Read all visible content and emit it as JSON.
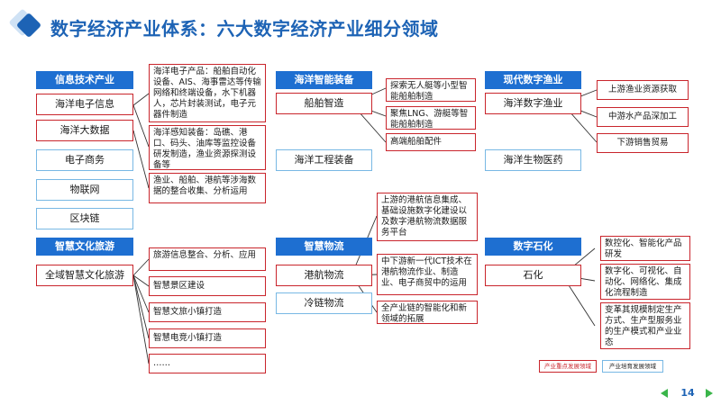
{
  "title": "数字经济产业体系：六大数字经济产业细分领域",
  "it": {
    "header": "信息技术产业",
    "items": [
      "海洋电子信息",
      "海洋大数据",
      "电子商务",
      "物联网",
      "区块链"
    ],
    "details": [
      "海洋电子产品：船舶自动化设备、AIS、海事雷达等传输网络和终端设备，水下机器人，芯片封装测试，电子元器件制造",
      "海洋感知装备：岛礁、港口、码头、油库等监控设备研发制造，渔业资源探测设备等",
      "渔业、船舶、港航等涉海数据的整合收集、分析运用"
    ]
  },
  "marine": {
    "header": "海洋智能装备",
    "items": [
      "船舶智造",
      "海洋工程装备"
    ],
    "details": [
      "探索无人艇等小型智能船舶制造",
      "聚焦LNG、游艇等智能船舶制造",
      "高端船舶配件"
    ]
  },
  "fishery": {
    "header": "现代数字渔业",
    "items": [
      "海洋数字渔业",
      "海洋生物医药"
    ],
    "details": [
      "上游渔业资源获取",
      "中游水产品深加工",
      "下游销售贸易"
    ]
  },
  "tourism": {
    "header": "智慧文化旅游",
    "items": [
      "全域智慧文化旅游"
    ],
    "details": [
      "旅游信息整合、分析、应用",
      "智慧景区建设",
      "智慧文旅小镇打造",
      "智慧电竞小镇打造",
      "……"
    ]
  },
  "logistics": {
    "header": "智慧物流",
    "items": [
      "港航物流",
      "冷链物流"
    ],
    "details": [
      "上游的港航信息集成、基础设施数字化建设以及数字港航物流数据服务平台",
      "中下游新一代ICT技术在港航物流作业、制造业、电子商贸中的运用",
      "全产业链的智能化和新领域的拓展"
    ]
  },
  "petro": {
    "header": "数字石化",
    "items": [
      "石化"
    ],
    "details": [
      "数控化、智能化产品研发",
      "数字化、可视化、自动化、网络化、集成化流程制造",
      "变革其规模制定生产方式、生产型服务业的生产模式和产业业态"
    ]
  },
  "legend": {
    "key": "产业重点发展领域",
    "cultivate": "产业培育发展领域"
  },
  "page_number": "14",
  "colors": {
    "header_blue": "#1e6fd1",
    "key_red": "#c9252c",
    "cultivate_blue": "#78b8e4",
    "title_blue": "#1d63b5",
    "pager_green": "#3ab54a"
  }
}
